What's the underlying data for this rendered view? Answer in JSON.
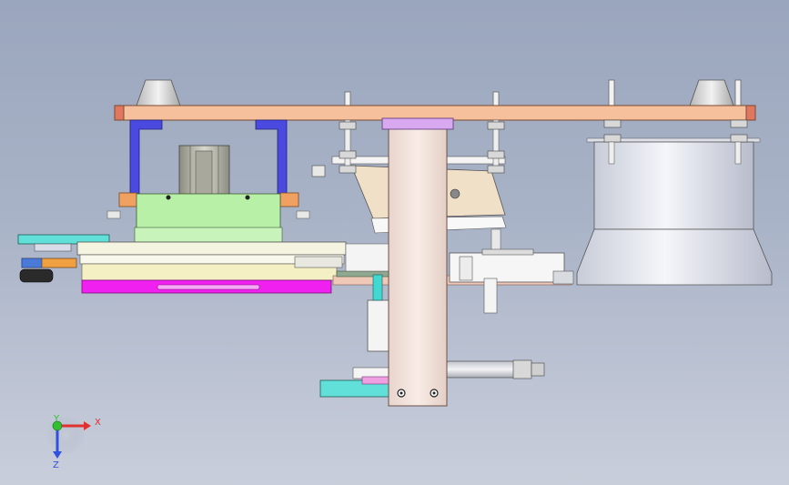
{
  "colors": {
    "background_top": "#9aa6bd",
    "background_bottom": "#c9cedb",
    "top_plate": "#f6c09c",
    "top_plate_end": "#e07860",
    "bracket": "#4a4ae0",
    "motor": "#b8b8a8",
    "motor_mount": "#b8f0a8",
    "side_block": "#f0a060",
    "green_bar": "#60e0d8",
    "slide_table": "#f4f4e0",
    "magenta_base": "#f020f0",
    "column": "#f4e4dc",
    "column_cap": "#d8a8f0",
    "guide": "#f0e0c8",
    "feeder_bowl": "#e8eaf0",
    "cylinder": "#d8dce8",
    "axis_x": "#e03030",
    "axis_y": "#30c030",
    "axis_z": "#3050e0"
  },
  "icons": {
    "triad": "coordinate-triad-icon"
  },
  "axes": {
    "x_label": "X",
    "y_label": "Y",
    "z_label": "Z"
  }
}
